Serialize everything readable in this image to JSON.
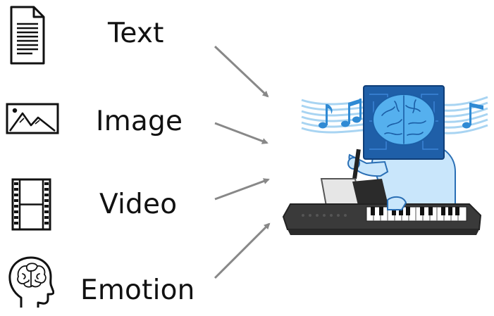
{
  "inputs": [
    {
      "label": "Text",
      "icon": "document-icon"
    },
    {
      "label": "Image",
      "icon": "mountain-picture-icon"
    },
    {
      "label": "Video",
      "icon": "film-strip-icon"
    },
    {
      "label": "Emotion",
      "icon": "brain-head-icon"
    }
  ],
  "output": {
    "icon": "ai-composer-illustration"
  },
  "colors": {
    "text": "#111111",
    "arrow": "#888888",
    "brain": "#4a9fe0",
    "robot_box": "#1f5fa8",
    "piano_body": "#3a3a3a",
    "staff": "#a8d4f2"
  }
}
